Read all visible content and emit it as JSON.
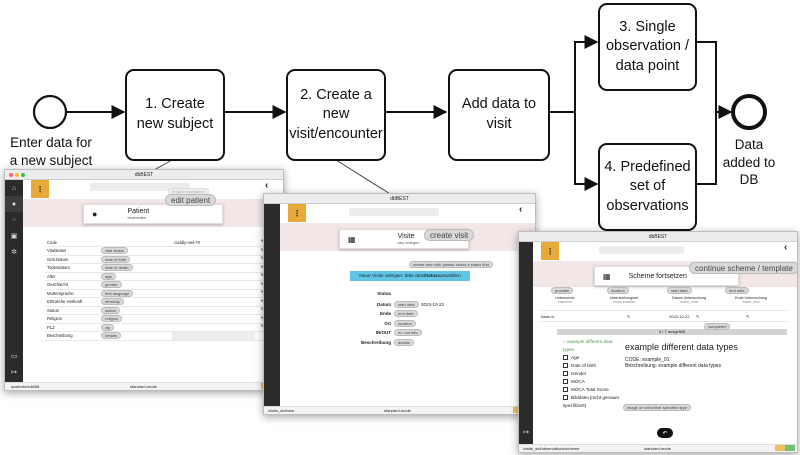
{
  "diagram": {
    "start_event": {
      "label": "Enter data for a new subject"
    },
    "tasks": [
      {
        "id": "t1",
        "label": "1. Create new subject"
      },
      {
        "id": "t2",
        "label": "2. Create a new visit/encounter"
      },
      {
        "id": "t3",
        "label": "Add data to visit"
      },
      {
        "id": "t4",
        "label": "3. Single observation / data point"
      },
      {
        "id": "t5",
        "label": "4. Predefined set of observations"
      }
    ],
    "end_event": {
      "label": "Data added to DB"
    }
  },
  "window_patient": {
    "title": "dbBEST",
    "header": {
      "title": "Patient",
      "subtitle": "bearbeiten",
      "icon": "person-icon"
    },
    "tips": {
      "edit": "edit patient",
      "above": "English translation"
    },
    "rows": [
      {
        "label": "Code",
        "value": "cuddly-owl-70",
        "tip": ""
      },
      {
        "label": "Vitalstatus",
        "value": "",
        "tip": "vital status"
      },
      {
        "label": "Geb.Datum",
        "value": "",
        "tip": "date of birth"
      },
      {
        "label": "Todesdatum",
        "value": "",
        "tip": "date of death"
      },
      {
        "label": "Alter",
        "value": "",
        "tip": "age"
      },
      {
        "label": "Geschlecht",
        "value": "",
        "tip": "gender"
      },
      {
        "label": "Muttersprache",
        "value": "",
        "tip": "first language"
      },
      {
        "label": "Ethnische Herkunft",
        "value": "",
        "tip": "ethnicity"
      },
      {
        "label": "Status",
        "value": "",
        "tip": "status"
      },
      {
        "label": "Religion",
        "value": "",
        "tip": "religion"
      },
      {
        "label": "PLZ",
        "value": "",
        "tip": "zip"
      },
      {
        "label": "Beschreibung",
        "value": "",
        "tip": "details"
      }
    ],
    "status_path": "/patients/edit/68",
    "mode": "standard-mode",
    "sidebar_icons": [
      "home-icon",
      "person-icon",
      "grid-icon",
      "image-icon",
      "gear-icon",
      "chat-icon",
      "logout-icon"
    ]
  },
  "window_visit": {
    "title": "dbBEST",
    "header": {
      "title": "Visite",
      "subtitle": "neu anlegen",
      "icon": "calendar-icon"
    },
    "tips": {
      "create": "create visit",
      "status_first": "create new visit: please select a status first"
    },
    "notice": {
      "text": "Neue Visite anlegen: bitte den ",
      "bold": "Status",
      "tail": " auswählen"
    },
    "rows": [
      {
        "label": "Status",
        "value": "",
        "tip": ""
      },
      {
        "label": "Datum",
        "value": "2023-10-22",
        "tip": "start date"
      },
      {
        "label": "Ende",
        "value": "",
        "tip": "end date"
      },
      {
        "label": "Ort",
        "value": "",
        "tip": "location"
      },
      {
        "label": "IN/OUT",
        "value": "",
        "tip": "in / out info"
      },
      {
        "label": "Beschreibung",
        "value": "",
        "tip": "details"
      }
    ],
    "status_path": "/visits_std/new",
    "mode": "standard-mode"
  },
  "window_scheme": {
    "title": "dbBEST",
    "header": {
      "title": "Scheme fortsetzen",
      "icon": "calendar-icon"
    },
    "tips": {
      "continue": "continue scheme / template",
      "provider": "provider",
      "location": "location",
      "start": "start date",
      "end": "end date",
      "completed": "completed",
      "image": "image of not further specified type"
    },
    "columns": [
      {
        "name": "Untersucher",
        "sub": "examiner"
      },
      {
        "name": "Untersuchungsort",
        "sub": "exam location"
      },
      {
        "name": "Datum Untersuchung",
        "sub": "exam_start"
      },
      {
        "name": "Ende Untersuchung",
        "sub": "exam_end"
      }
    ],
    "row": {
      "who": "basic.ic",
      "date": "2023-10-22"
    },
    "progress": "0 / 7 ausgefüllt",
    "tree": {
      "group": "example different data types",
      "items": [
        "Age",
        "Date of birth",
        "Gender",
        "MOCA",
        "MOCA Total Score",
        "Bilddatei (nicht genauer spezifiziert)"
      ]
    },
    "detail": {
      "title": "example different data types",
      "code": "CODE: example_01",
      "desc": "Beschreibung: example different data types"
    },
    "status_path": "/visits_std/observations/scheme",
    "mode": "standard-mode"
  }
}
